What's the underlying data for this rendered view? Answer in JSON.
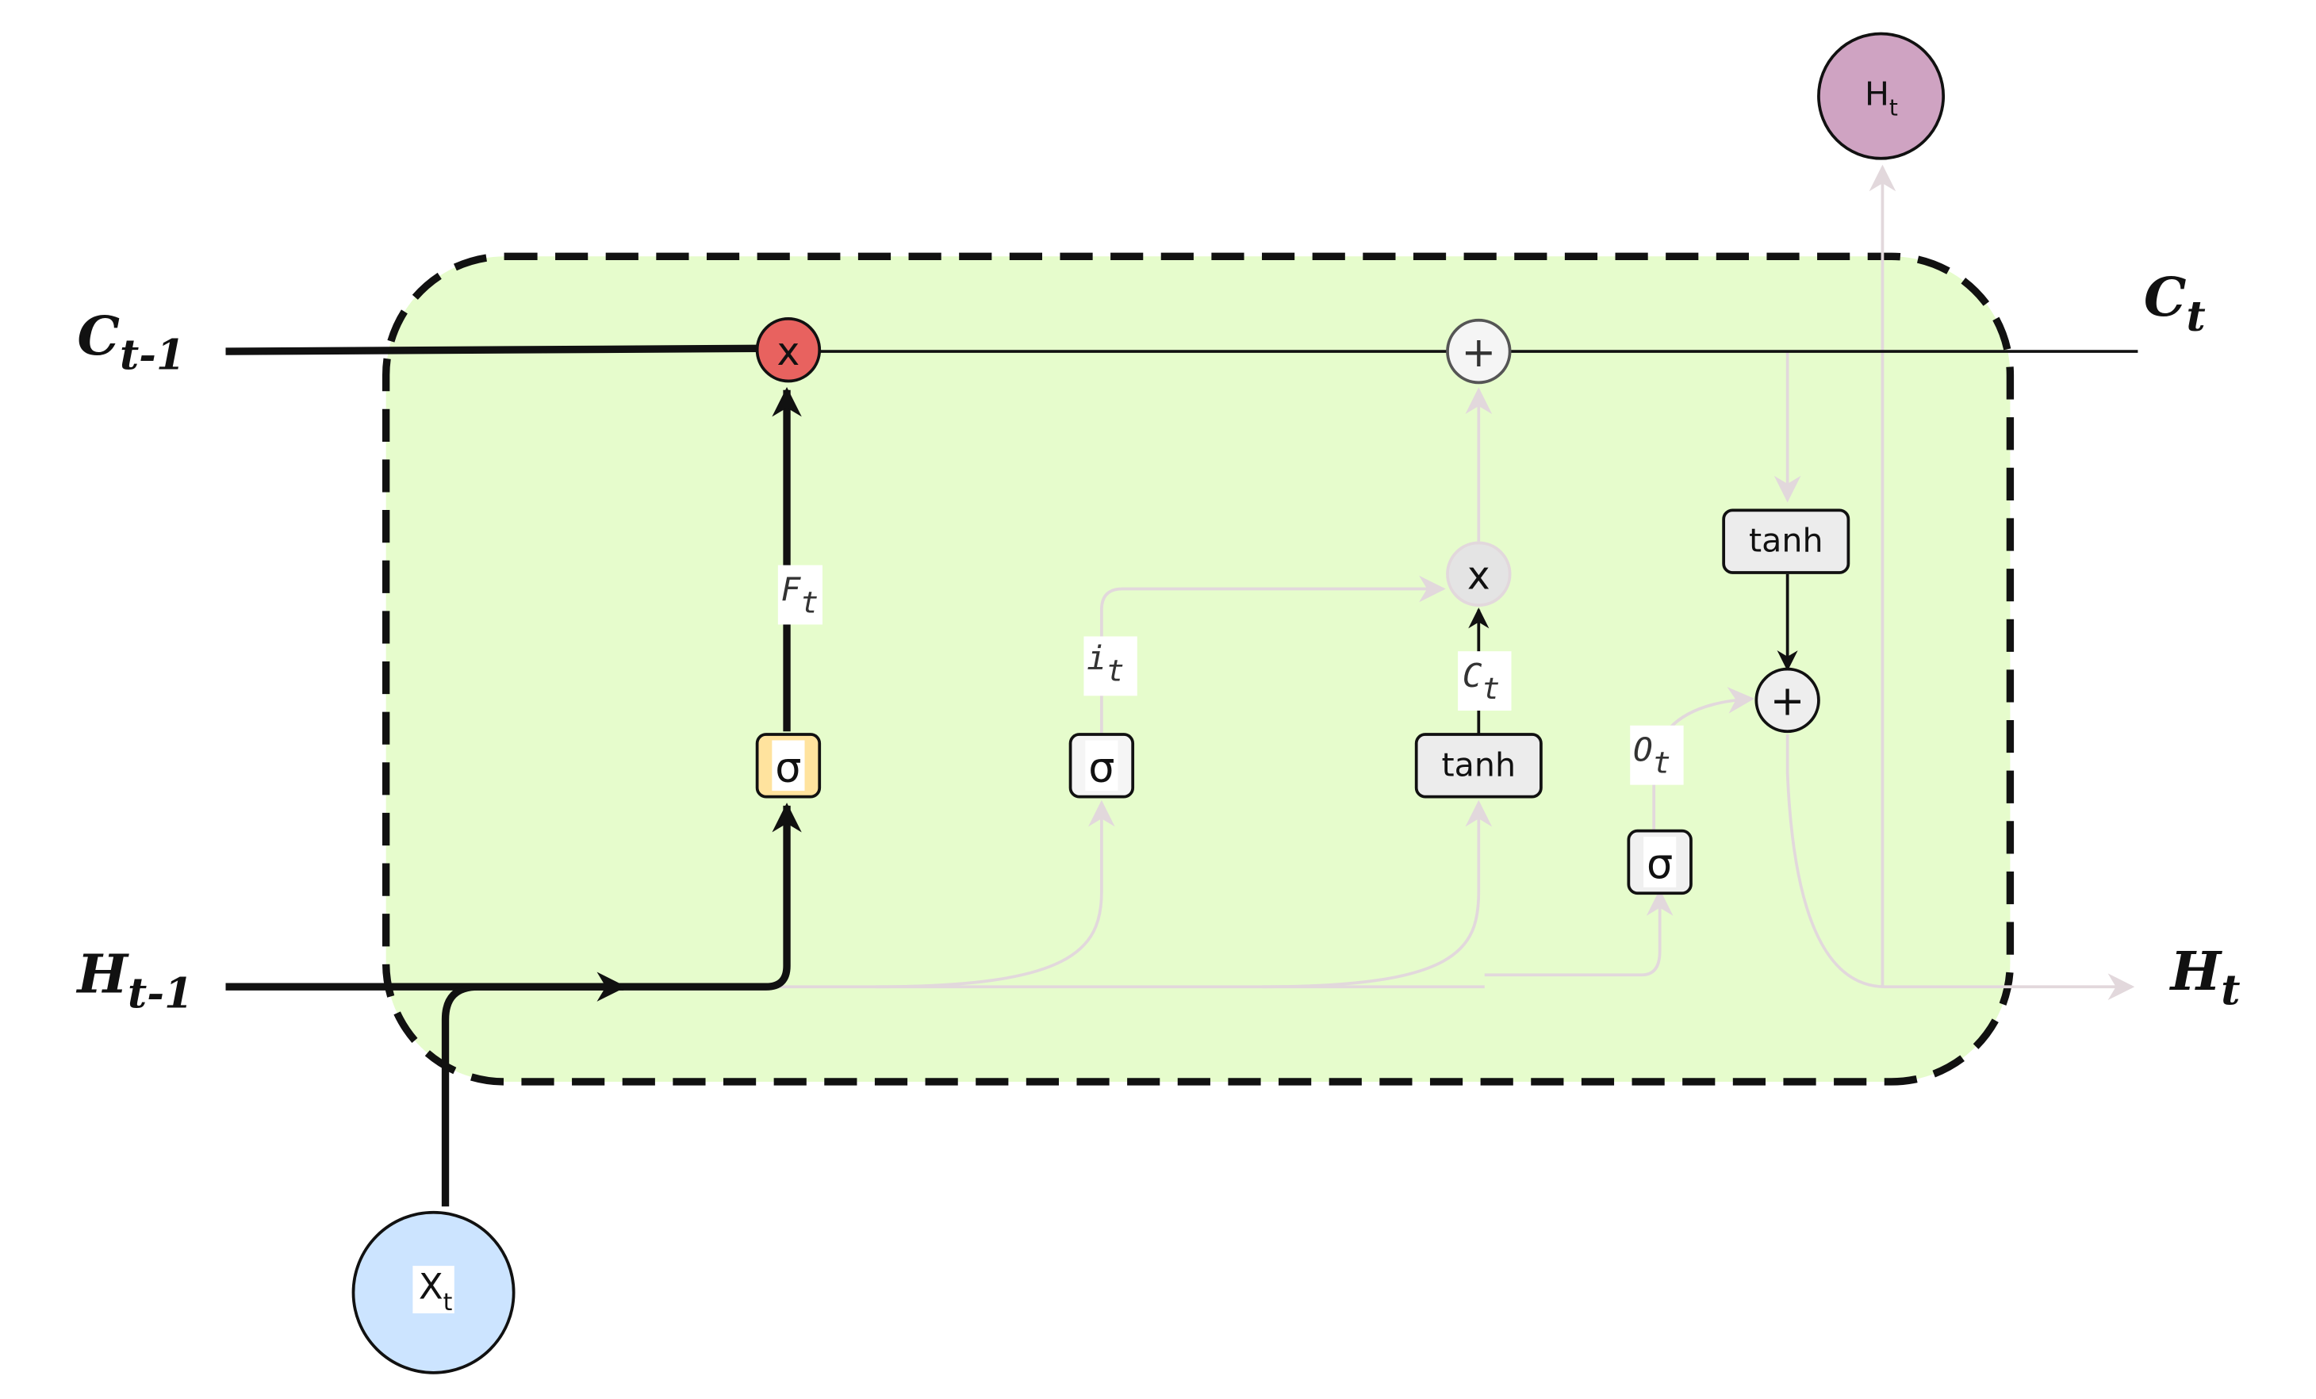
{
  "colors": {
    "cell_fill": "#e6fccc",
    "cell_border": "#111111",
    "forget_mult_fill": "#e8625f",
    "forget_sigma_fill": "#ffe39e",
    "gate_fill": "#f5f5f5",
    "node_fill": "#eeeeee",
    "faded_line": "#e2d8dc",
    "x_input_fill": "#cce4ff",
    "h_output_fill": "#cfa3c2",
    "main_line": "#111111"
  },
  "labels": {
    "c_prev": {
      "base": "C",
      "sub": "t-1"
    },
    "h_prev": {
      "base": "H",
      "sub": "t-1"
    },
    "c_out": {
      "base": "C",
      "sub": "t"
    },
    "h_out": {
      "base": "H",
      "sub": "t"
    },
    "x_input": {
      "base": "X",
      "sub": "t"
    },
    "h_top": {
      "base": "H",
      "sub": "t"
    },
    "f_gate": {
      "base": "F",
      "sub": "t"
    },
    "i_gate": {
      "base": "i",
      "sub": "t"
    },
    "c_tilde": {
      "base": "C",
      "sub": "t"
    },
    "o_gate": {
      "base": "O",
      "sub": "t"
    }
  },
  "nodes": {
    "forget_mult": "x",
    "cell_add": "+",
    "input_mult": "x",
    "output_add": "+",
    "sigma_forget": "σ",
    "sigma_input": "σ",
    "sigma_output": "σ",
    "tanh_candidate": "tanh",
    "tanh_output": "tanh"
  }
}
